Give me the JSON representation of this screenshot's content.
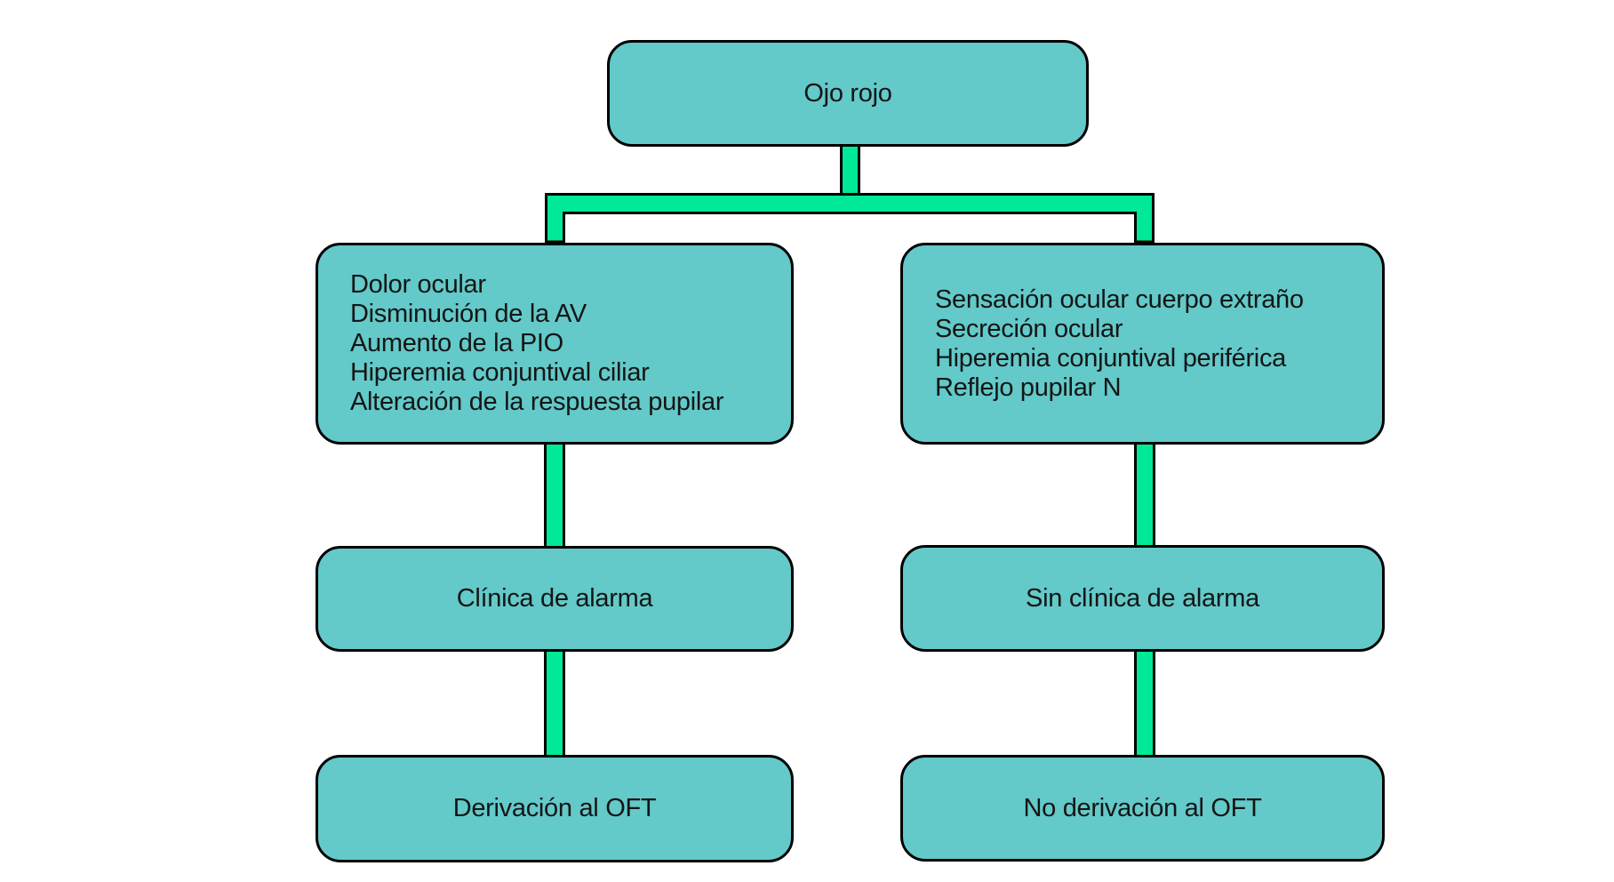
{
  "diagram": {
    "title_node": "Ojo rojo",
    "colors": {
      "node_fill": "#63C9C9",
      "connector_fill": "#00E996",
      "outline": "#000000",
      "background": "#ffffff",
      "text": "#151515"
    },
    "nodes": {
      "root": {
        "label": "Ojo rojo"
      },
      "left_symptoms": {
        "lines": [
          "Dolor ocular",
          "Disminución de la AV",
          "Aumento de la PIO",
          "Hiperemia conjuntival ciliar",
          "Alteración de la respuesta pupilar"
        ]
      },
      "right_symptoms": {
        "lines": [
          "Sensación ocular cuerpo extraño",
          "Secreción ocular",
          "Hiperemia conjuntival periférica",
          "Reflejo pupilar N"
        ]
      },
      "left_assessment": {
        "label": "Clínica de alarma"
      },
      "right_assessment": {
        "label": "Sin clínica de alarma"
      },
      "left_outcome": {
        "label": "Derivación al OFT"
      },
      "right_outcome": {
        "label": "No derivación al OFT"
      }
    }
  }
}
